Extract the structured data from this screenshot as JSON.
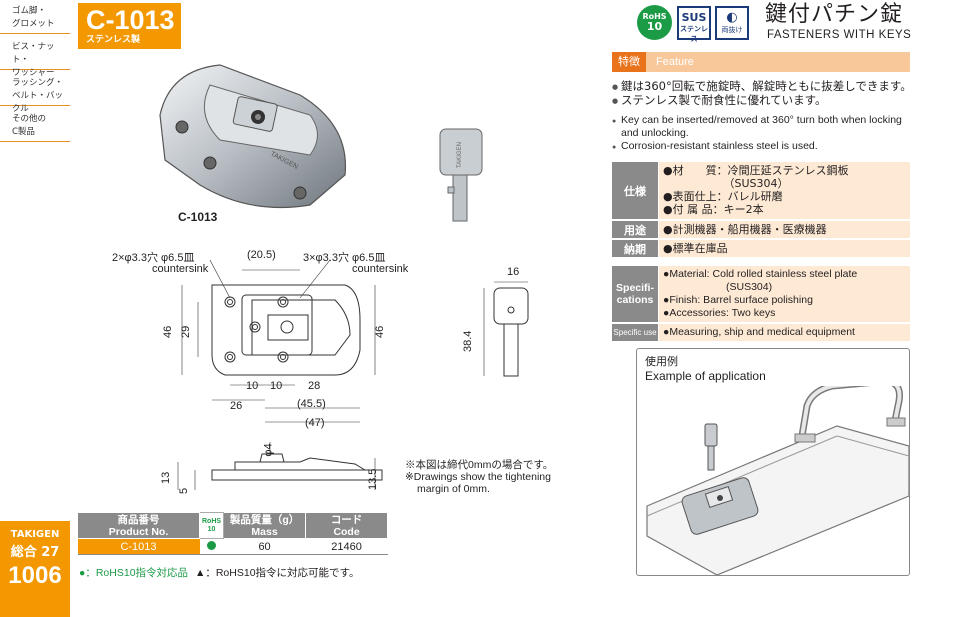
{
  "sidebar": {
    "items": [
      {
        "line1": "ゴム脚・",
        "line2": "グロメット"
      },
      {
        "line1": "ビス・ナット・",
        "line2": "ワッシャー"
      },
      {
        "line1": "ラッシング・",
        "line2": "ベルト・バックル"
      },
      {
        "line1": "その他の",
        "line2": "C製品"
      }
    ],
    "brand": "TAKIGEN",
    "section": "総合 27",
    "page_number": "1006"
  },
  "header": {
    "model": "C-1013",
    "material_tag": "ステンレス製",
    "title_jp": "鍵付パチン錠",
    "title_en": "FASTENERS WITH KEYS",
    "badges": {
      "rohs_top": "RoHS",
      "rohs_bottom": "10",
      "sus_top": "SUS",
      "sus_bottom": "ステンレス",
      "key_bottom": "両抜け"
    }
  },
  "feature": {
    "label_jp": "特徴",
    "label_en": "Feature",
    "points_jp": [
      "鍵は360°回転で施錠時、解錠時ともに抜差しできます。",
      "ステンレス製で耐食性に優れています。"
    ],
    "points_en": [
      "Key can be inserted/removed at 360° turn both when locking and unlocking.",
      "Corrosion-resistant stainless steel is used."
    ]
  },
  "spec_jp": {
    "spec_label": "仕様",
    "spec_lines": [
      "●材　　質：冷間圧延ステンレス鋼板",
      "　　　　　　（SUS304）",
      "●表面仕上：バレル研磨",
      "●付 属 品：キー2本"
    ],
    "use_label": "用途",
    "use_text": "●計測機器・船用機器・医療機器",
    "delivery_label": "納期",
    "delivery_text": "●標準在庫品"
  },
  "spec_en": {
    "spec_label_1": "Specifi-",
    "spec_label_2": "cations",
    "spec_lines": [
      "●Material: Cold rolled stainless steel plate",
      "　　　　　　(SUS304)",
      "●Finish: Barrel surface polishing",
      "●Accessories: Two keys"
    ],
    "use_label": "Specific use",
    "use_text": "●Measuring, ship and medical equipment"
  },
  "application": {
    "label_jp": "使用例",
    "label_en": "Example of application"
  },
  "product_label": "C-1013",
  "drawing": {
    "left_hole_jp": "2×φ3.3穴 φ6.5皿",
    "left_hole_en": "countersink",
    "right_hole_jp": "3×φ3.3穴 φ6.5皿",
    "right_hole_en": "countersink",
    "dim_20_5": "(20.5)",
    "dim_46_left": "46",
    "dim_29": "29",
    "dim_46_right": "46",
    "dim_10a": "10",
    "dim_10b": "10",
    "dim_28": "28",
    "dim_26": "26",
    "dim_45_5": "(45.5)",
    "dim_47": "(47)",
    "key_16": "16",
    "key_38_4": "38.4",
    "side_phi4": "φ4",
    "side_13": "13",
    "side_5": "5",
    "side_13_5": "13.5"
  },
  "notes": {
    "jp": "※本図は締代0mmの場合です。",
    "en_1": "※Drawings show the tightening",
    "en_2": "margin of 0mm."
  },
  "product_table": {
    "headers": {
      "pn_jp": "商品番号",
      "pn_en": "Product No.",
      "rohs_a": "RoHS",
      "rohs_b": "10",
      "mass_jp": "製品質量（g）",
      "mass_en": "Mass",
      "code_jp": "コード",
      "code_en": "Code"
    },
    "rows": [
      {
        "product_no": "C-1013",
        "mass": "60",
        "code": "21460"
      }
    ]
  },
  "legend": {
    "green": "●：RoHS10指令対応品",
    "triangle": "▲：RoHS10指令に対応可能です。"
  },
  "colors": {
    "accent": "#f39800",
    "rohs": "#1c9b47",
    "spec_head": "#8a8a8a",
    "spec_body": "#fde9d4"
  }
}
